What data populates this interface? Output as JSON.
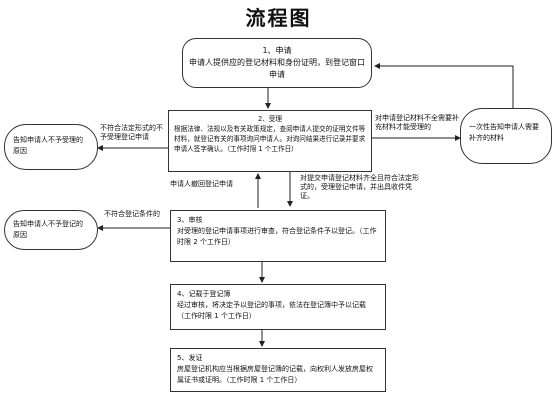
{
  "title": "流程图",
  "apply_box": {
    "heading": "1、申请",
    "body": "申请人提供应的登记材料和身份证明，到登记窗口申请"
  },
  "accept_box": {
    "heading": "2、受理",
    "body": "根据法律、法规以及有关政策规定，查阅申请人提交的证明文件等材料，就登记有关的事项询问申请人。对询问结果进行记录并要求申请人签字确认。（工作时限 1 个工作日）"
  },
  "left_top_box": {
    "text": "告知申请人不予受理的原因"
  },
  "right_box": {
    "text": "一次性告知申请人需要补齐的材料"
  },
  "review_box": {
    "heading": "3、审核",
    "body": "对受理的登记申请事项进行审查，符合登记条件予以登记。（工作时限 2 个工作日）"
  },
  "left_mid_box": {
    "text": "告知申请人不予登记的原因"
  },
  "record_box": {
    "heading": "4、记载于登记簿",
    "body": "经过审核，将决定予以登记的事项，依法在登记簿中予以记载（工作时限 1 个工作日）"
  },
  "issue_box": {
    "heading": "5、发证",
    "body": "房屋登记机构应当根据房屋登记簿的记载，向权利人发放房屋权属证书或证明。（工作时限 1 个工作日）"
  },
  "labels": {
    "not_legal_form": "不符合法定形式的不予受理登记申请",
    "incomplete": "对申请登记材料不全需要补充材料才能受理的",
    "withdraw": "申请人撤回登记申请",
    "complete_accept": "对提交申请登记材料齐全且符合法定形式的，受理登记申请，并出具收件凭证。",
    "not_meet": "不符合登记条件的"
  }
}
